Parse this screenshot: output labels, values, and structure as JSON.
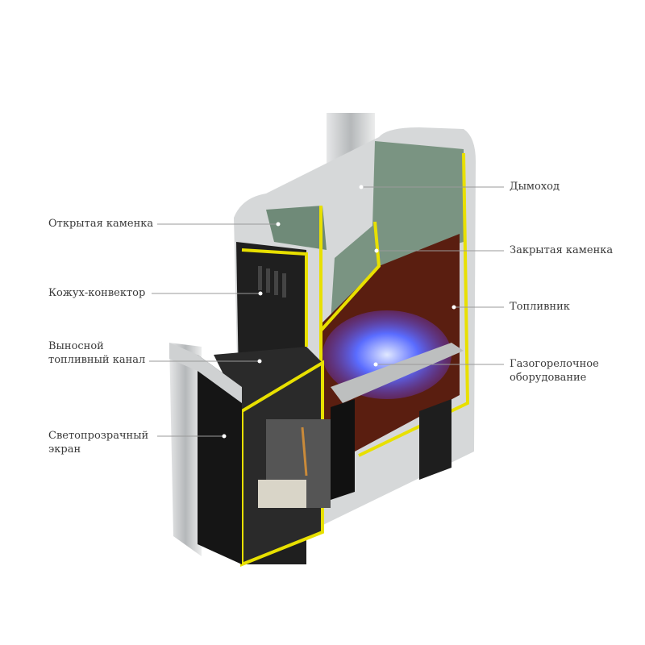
{
  "labels": {
    "chimney": "Дымоход",
    "open_stones": "Открытая каменка",
    "closed_stones": "Закрытая каменка",
    "convector_casing": "Кожух-конвектор",
    "firebox": "Топливник",
    "remote_fuel_channel": [
      "Выносной",
      "топливный канал"
    ],
    "gas_burner": [
      "Газогорелочное",
      "оборудование"
    ],
    "glass_screen": [
      "Светопрозрачный",
      "экран"
    ]
  },
  "colors": {
    "cut_edge": "#e8e000",
    "body": "#1e1e1e",
    "steel": "#c9cbcc",
    "stones": "#6f8a78",
    "firebox_inner": "#5a1e10",
    "flame": "#3f55ff",
    "leader": "#9a9a9a"
  }
}
